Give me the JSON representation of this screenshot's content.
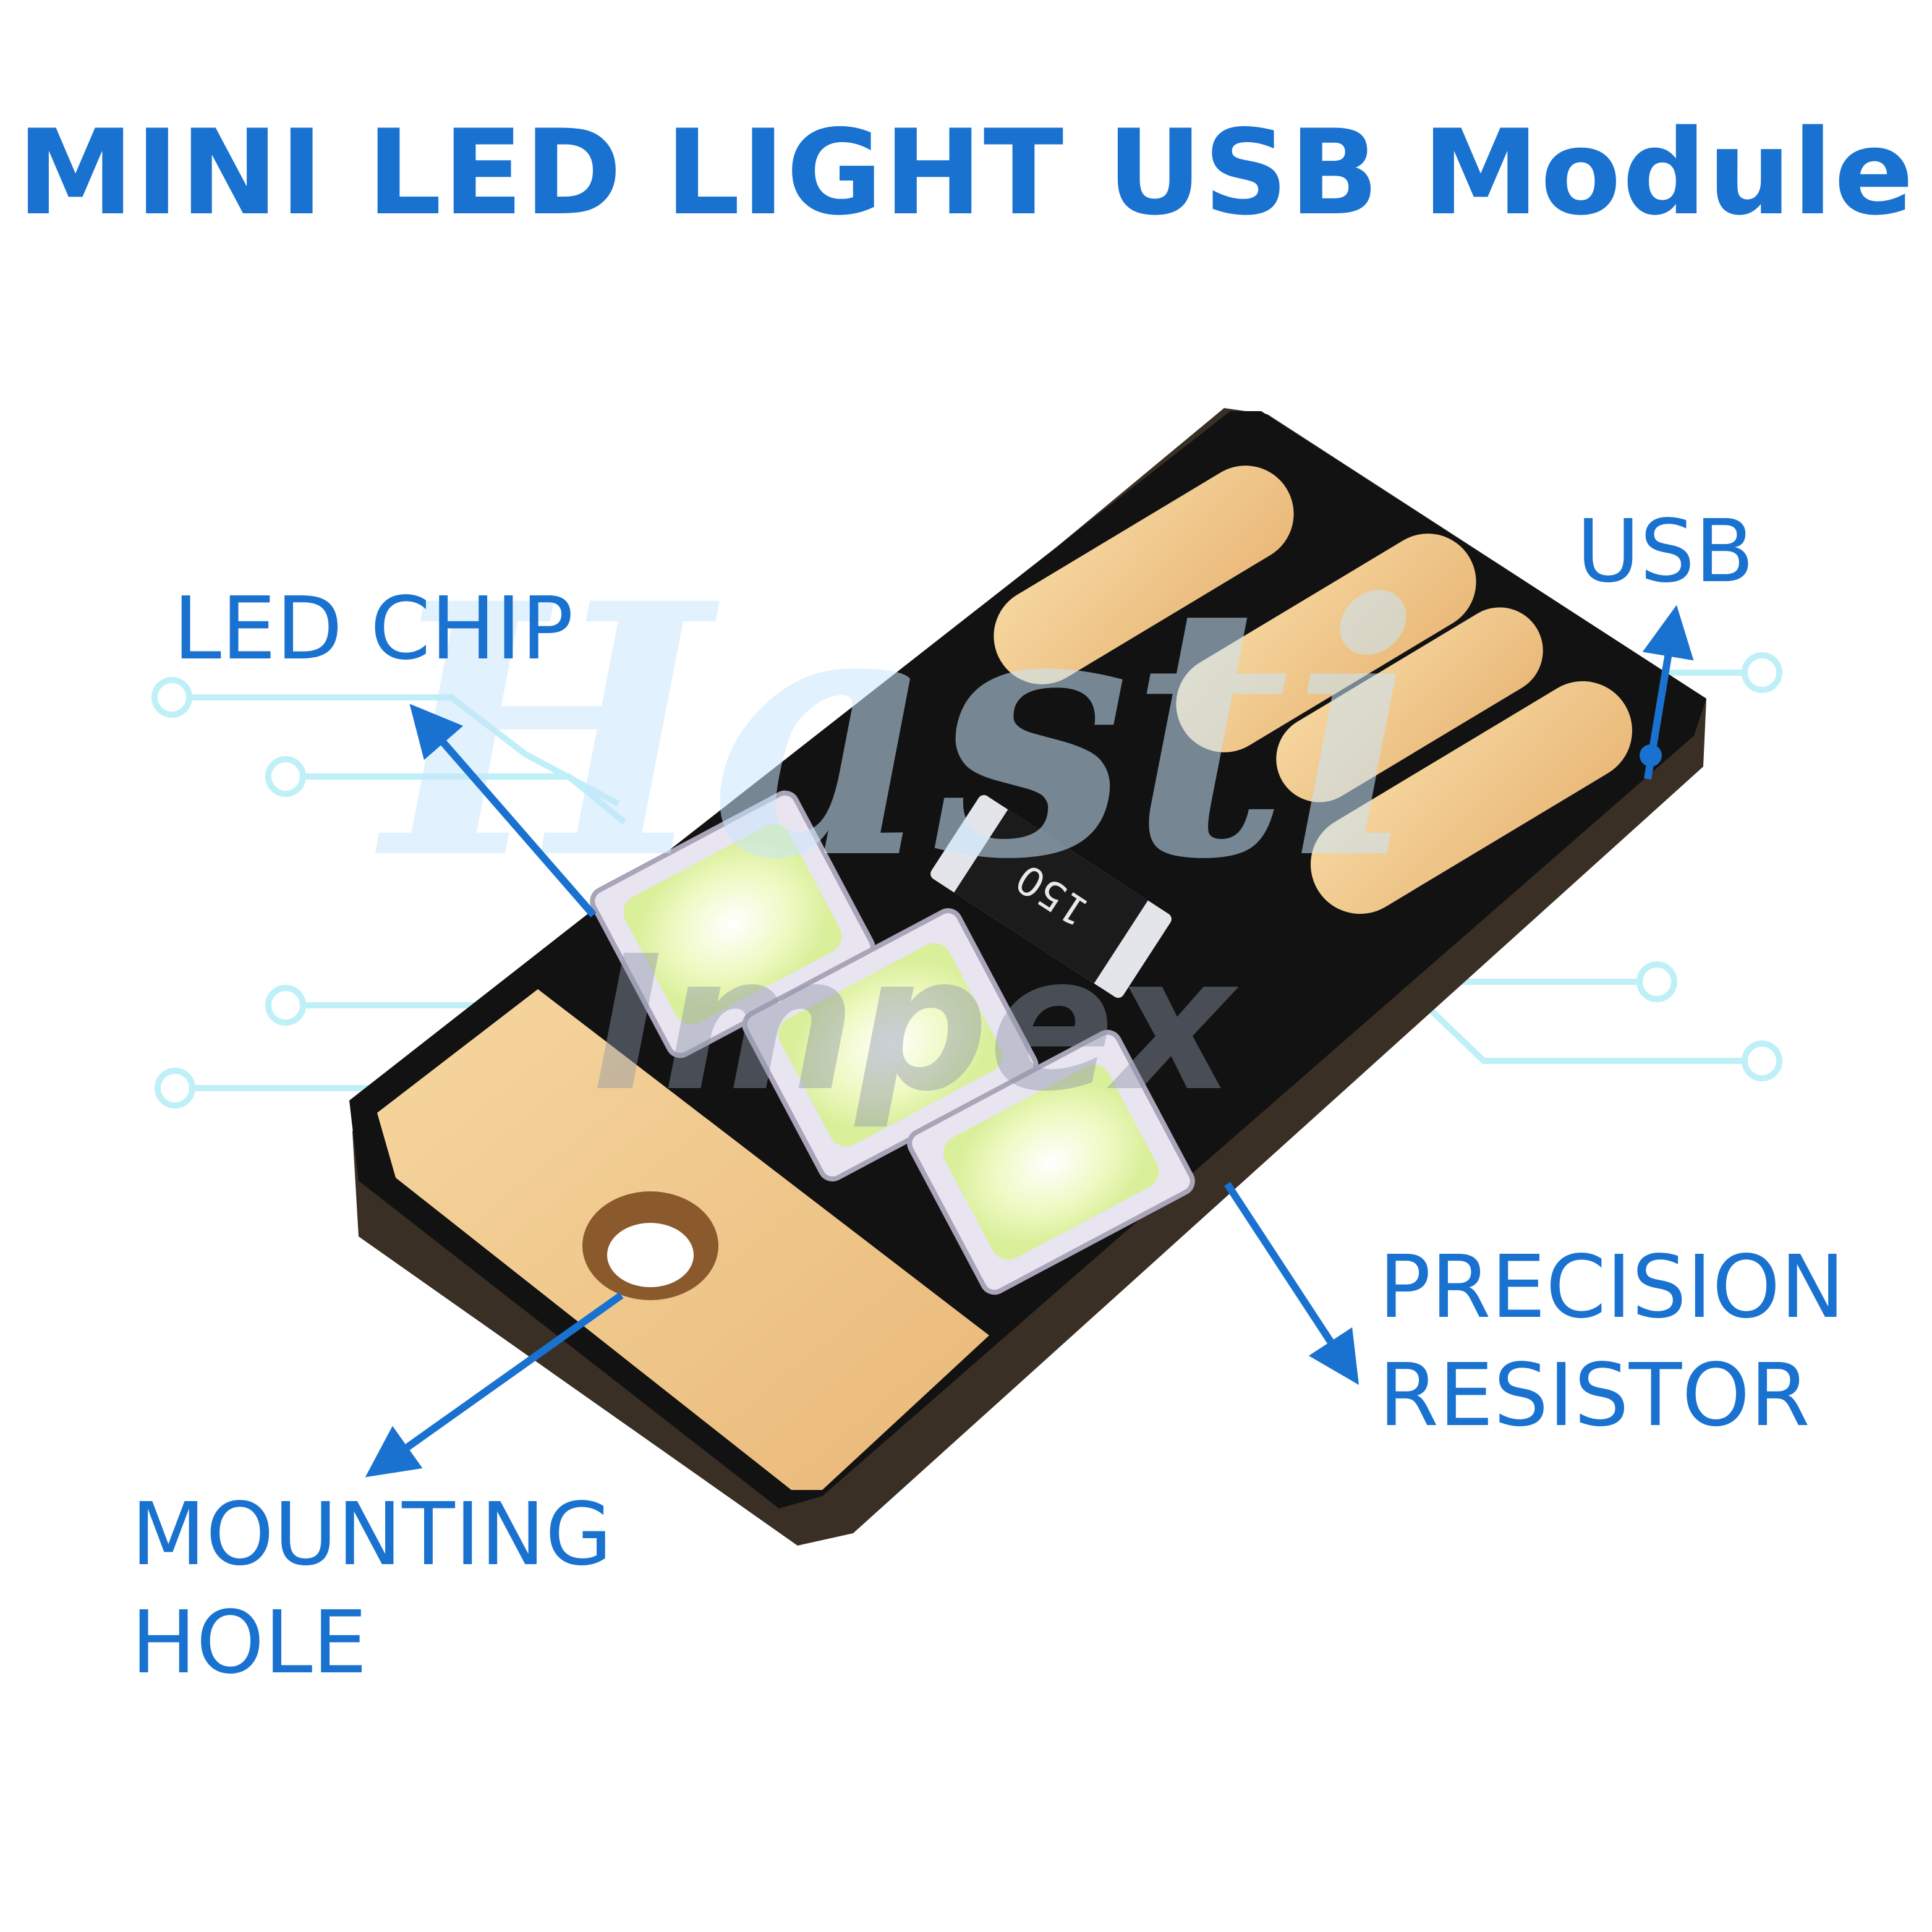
{
  "title": "MINI LED LIGHT USB Module",
  "labels": {
    "led_chip": "LED CHIP",
    "usb": "USB",
    "precision_resistor": [
      "PRECISION",
      "RESISTOR"
    ],
    "mounting_hole": [
      "MOUNTING",
      "HOLE"
    ]
  },
  "resistor_marking": "150",
  "watermark": [
    "Hasti",
    "Impex"
  ],
  "colors": {
    "accent": "#1a72d0",
    "circuit_trace": "#bff0f8",
    "pcb": "#121212",
    "gold_pad": "#f1c98c",
    "led_phosphor": "#eaf7b8",
    "led_housing": "#e8e4f0"
  }
}
